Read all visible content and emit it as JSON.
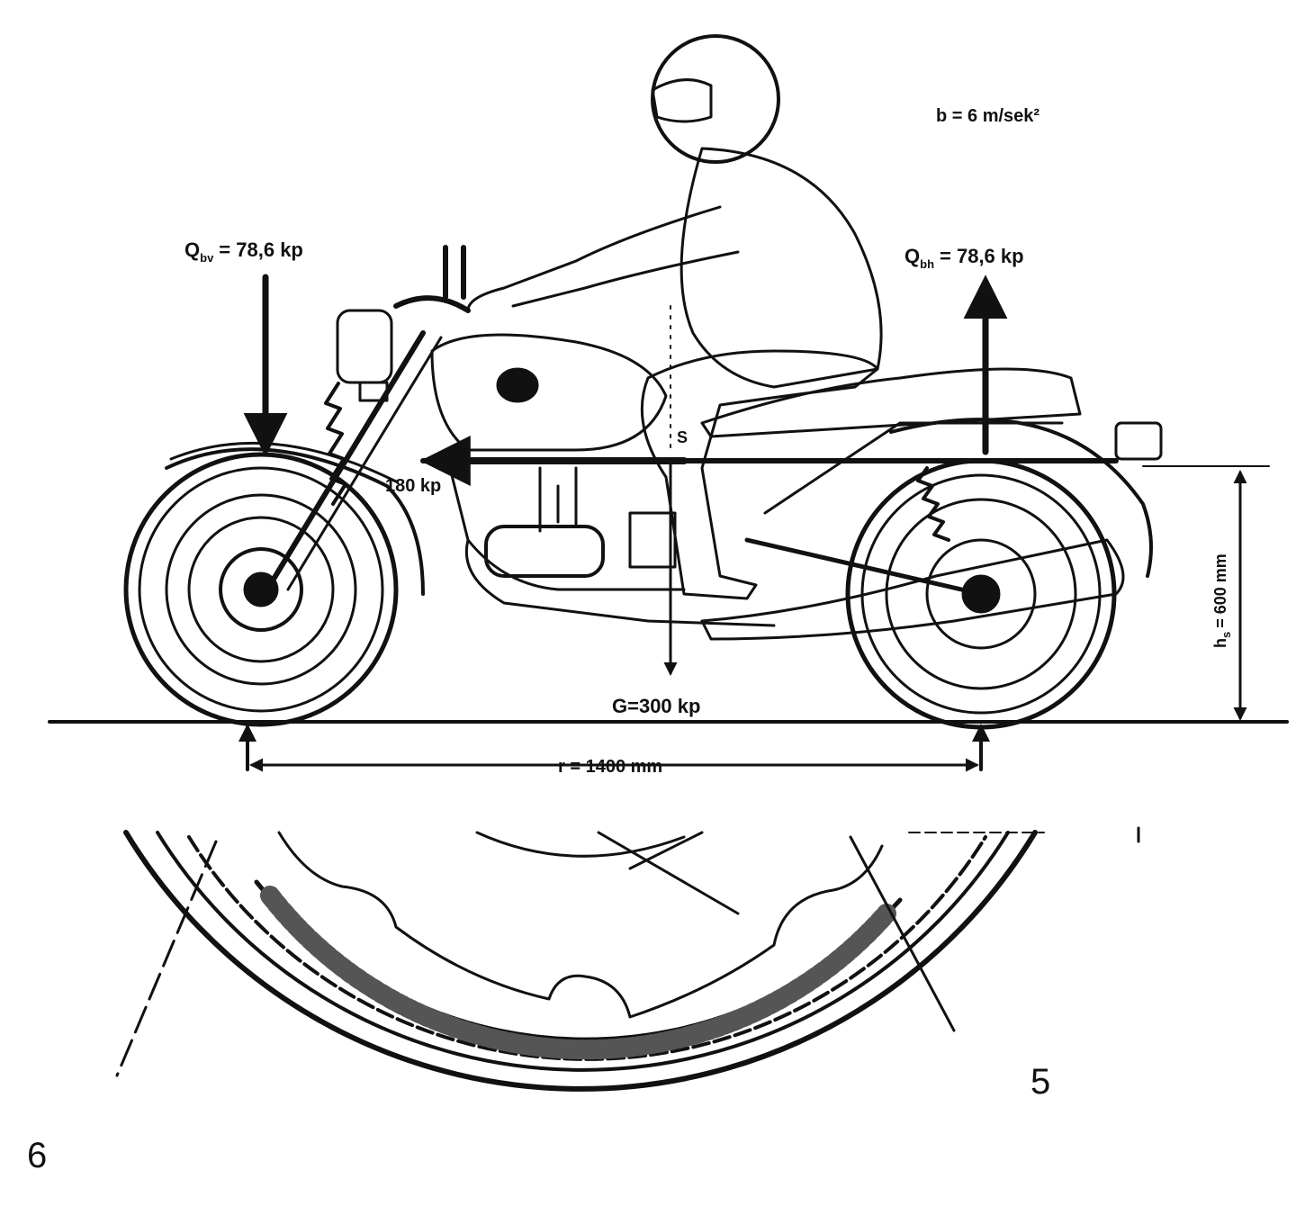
{
  "labels": {
    "deceleration": "b = 6 m/sek²",
    "front_load_Q": "Q",
    "front_load_sub": "bv",
    "front_load_value": "= 78,6 kp",
    "rear_load_Q": "Q",
    "rear_load_sub": "bh",
    "rear_load_value": "= 78,6 kp",
    "brake_force": "180 kp",
    "center_of_gravity": "S",
    "weight": "G=300 kp",
    "wheelbase": "r = 1400 mm",
    "cg_height_h": "h",
    "cg_height_sub": "s",
    "cg_height_value": "= 600 mm"
  },
  "figure_numbers": {
    "left": "6",
    "right": "5"
  },
  "colors": {
    "ink": "#111111",
    "paper": "#ffffff"
  }
}
